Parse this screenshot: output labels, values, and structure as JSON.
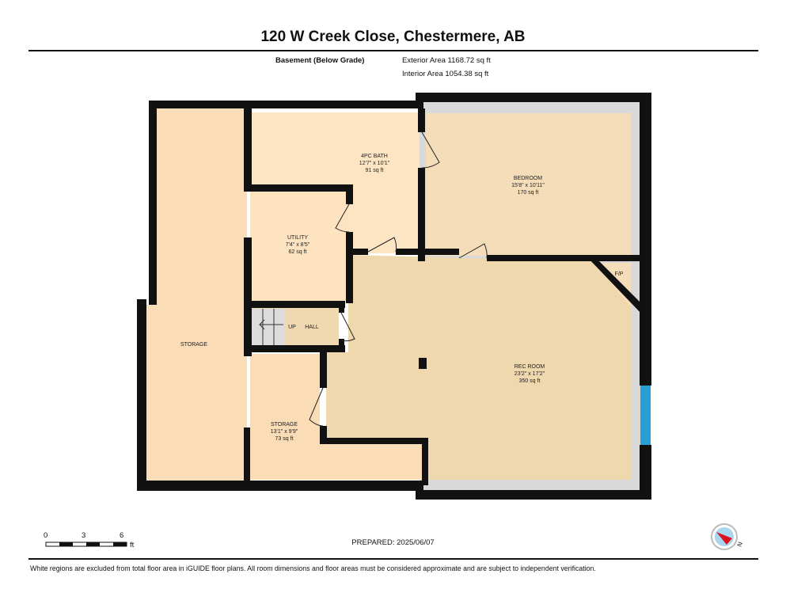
{
  "header": {
    "title": "120 W Creek Close, Chestermere, AB",
    "level": "Basement (Below Grade)",
    "exterior_area": "Exterior Area 1168.72 sq ft",
    "interior_area": "Interior Area 1054.38 sq ft"
  },
  "rooms": {
    "bath": {
      "name": "4PC BATH",
      "dims": "12'7\" x 10'1\"",
      "area": "91 sq ft"
    },
    "bedroom": {
      "name": "BEDROOM",
      "dims": "15'8\" x 10'11\"",
      "area": "170 sq ft"
    },
    "utility": {
      "name": "UTILITY",
      "dims": "7'4\" x 8'5\"",
      "area": "62 sq ft"
    },
    "storage_large": {
      "name": "STORAGE"
    },
    "stairs": {
      "name": "UP"
    },
    "hall": {
      "name": "HALL"
    },
    "rec": {
      "name": "REC ROOM",
      "dims": "23'2\" x 17'2\"",
      "area": "350 sq ft"
    },
    "fireplace": {
      "name": "F/P"
    },
    "storage_small": {
      "name": "STORAGE",
      "dims": "13'1\" x 9'9\"",
      "area": "73 sq ft"
    }
  },
  "colors": {
    "wall": "#111111",
    "storage": "#fadcb6",
    "bath": "#fde5c3",
    "bedroom": "#f4ddb8",
    "rec": "#efd8ae",
    "window": "#2a9fd6",
    "opening": "#d8d8d8"
  },
  "footer": {
    "scale": {
      "t0": "0",
      "t3": "3",
      "t6": "6",
      "unit": "ft"
    },
    "prepared": "PREPARED: 2025/06/07",
    "compass_label": "N",
    "disclaimer": "White regions are excluded from total floor area in iGUIDE floor plans. All room dimensions and floor areas must be considered approximate and are subject to independent verification."
  }
}
